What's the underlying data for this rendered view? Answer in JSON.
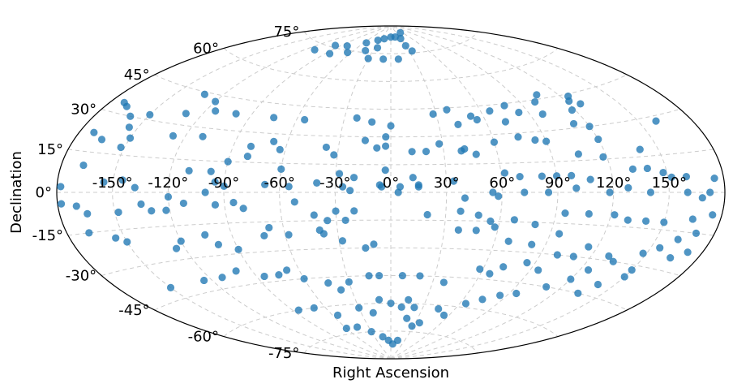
{
  "chart_data": {
    "type": "scatter",
    "projection": "aitoff",
    "xlabel": "Right Ascension",
    "ylabel": "Declination",
    "xlim": [
      -180,
      180
    ],
    "ylim": [
      -90,
      90
    ],
    "grid": true,
    "marker_color": "#1f77b4",
    "lon_ticks": [
      {
        "value": -150,
        "label": "-150°"
      },
      {
        "value": -120,
        "label": "-120°"
      },
      {
        "value": -90,
        "label": "-90°"
      },
      {
        "value": -60,
        "label": "-60°"
      },
      {
        "value": -30,
        "label": "-30°"
      },
      {
        "value": 0,
        "label": "0°"
      },
      {
        "value": 30,
        "label": "30°"
      },
      {
        "value": 60,
        "label": "60°"
      },
      {
        "value": 90,
        "label": "90°"
      },
      {
        "value": 120,
        "label": "120°"
      },
      {
        "value": 150,
        "label": "150°"
      }
    ],
    "lat_ticks": [
      {
        "value": -75,
        "label": "-75°"
      },
      {
        "value": -60,
        "label": "-60°"
      },
      {
        "value": -45,
        "label": "-45°"
      },
      {
        "value": -30,
        "label": "-30°"
      },
      {
        "value": -15,
        "label": "-15°"
      },
      {
        "value": 0,
        "label": "0°"
      },
      {
        "value": 15,
        "label": "15°"
      },
      {
        "value": 30,
        "label": "30°"
      },
      {
        "value": 45,
        "label": "45°"
      },
      {
        "value": 60,
        "label": "60°"
      },
      {
        "value": 75,
        "label": "75°"
      }
    ],
    "points": [
      [
        -98,
        76
      ],
      [
        -80,
        77
      ],
      [
        -55,
        80
      ],
      [
        -35,
        82
      ],
      [
        -20,
        83
      ],
      [
        0,
        84
      ],
      [
        15,
        84
      ],
      [
        30,
        83
      ],
      [
        50,
        86
      ],
      [
        -110,
        72
      ],
      [
        -85,
        72
      ],
      [
        -65,
        74
      ],
      [
        -42,
        76
      ],
      [
        -25,
        78
      ],
      [
        30,
        79
      ],
      [
        35,
        76
      ],
      [
        -30,
        72
      ],
      [
        -10,
        72
      ],
      [
        10,
        72
      ],
      [
        -172,
        34
      ],
      [
        -168,
        33
      ],
      [
        -160,
        30
      ],
      [
        -150,
        32
      ],
      [
        -132,
        44
      ],
      [
        -120,
        42
      ],
      [
        -114,
        38
      ],
      [
        -130,
        35
      ],
      [
        -100,
        38
      ],
      [
        -75,
        38
      ],
      [
        -55,
        38
      ],
      [
        -22,
        40
      ],
      [
        -12,
        38
      ],
      [
        0,
        36
      ],
      [
        -3,
        30
      ],
      [
        28,
        42
      ],
      [
        38,
        44
      ],
      [
        42,
        36
      ],
      [
        52,
        40
      ],
      [
        55,
        38
      ],
      [
        66,
        42
      ],
      [
        78,
        44
      ],
      [
        84,
        40
      ],
      [
        72,
        36
      ],
      [
        98,
        38
      ],
      [
        118,
        38
      ],
      [
        122,
        42
      ],
      [
        100,
        44
      ],
      [
        106,
        47
      ],
      [
        125,
        44
      ],
      [
        127,
        40
      ],
      [
        112,
        32
      ],
      [
        120,
        30
      ],
      [
        160,
        28
      ],
      [
        -172,
        22
      ],
      [
        -165,
        20
      ],
      [
        -155,
        26
      ],
      [
        -150,
        22
      ],
      [
        -152,
        18
      ],
      [
        -127,
        25
      ],
      [
        -110,
        26
      ],
      [
        -80,
        23
      ],
      [
        -68,
        26
      ],
      [
        -63,
        22
      ],
      [
        -37,
        24
      ],
      [
        -32,
        20
      ],
      [
        -15,
        28
      ],
      [
        -8,
        24
      ],
      [
        -3,
        25
      ],
      [
        12,
        22
      ],
      [
        20,
        22
      ],
      [
        28,
        26
      ],
      [
        40,
        22
      ],
      [
        48,
        20
      ],
      [
        42,
        23
      ],
      [
        60,
        26
      ],
      [
        75,
        28
      ],
      [
        84,
        26
      ],
      [
        90,
        25
      ],
      [
        120,
        24
      ],
      [
        105,
        18
      ],
      [
        118,
        16
      ],
      [
        140,
        18
      ],
      [
        -168,
        10
      ],
      [
        -145,
        5
      ],
      [
        -110,
        10
      ],
      [
        -98,
        10
      ],
      [
        -90,
        15
      ],
      [
        -80,
        18
      ],
      [
        -60,
        12
      ],
      [
        -28,
        10
      ],
      [
        -20,
        8
      ],
      [
        -3,
        12
      ],
      [
        -5,
        3
      ],
      [
        5,
        3
      ],
      [
        12,
        8
      ],
      [
        15,
        4
      ],
      [
        34,
        6
      ],
      [
        62,
        10
      ],
      [
        70,
        8
      ],
      [
        82,
        8
      ],
      [
        90,
        8
      ],
      [
        98,
        8
      ],
      [
        108,
        6
      ],
      [
        132,
        10
      ],
      [
        140,
        10
      ],
      [
        148,
        8
      ],
      [
        152,
        6
      ],
      [
        160,
        6
      ],
      [
        175,
        5
      ],
      [
        -178,
        2
      ],
      [
        -155,
        4
      ],
      [
        -138,
        2
      ],
      [
        -120,
        -2
      ],
      [
        -100,
        0
      ],
      [
        -95,
        5
      ],
      [
        -90,
        3
      ],
      [
        -68,
        4
      ],
      [
        -55,
        3
      ],
      [
        -40,
        5
      ],
      [
        -26,
        3
      ],
      [
        -22,
        1
      ],
      [
        -6,
        4
      ],
      [
        4,
        0
      ],
      [
        15,
        3
      ],
      [
        40,
        -3
      ],
      [
        55,
        0
      ],
      [
        58,
        -2
      ],
      [
        72,
        0
      ],
      [
        85,
        0
      ],
      [
        100,
        2
      ],
      [
        118,
        0
      ],
      [
        128,
        2
      ],
      [
        140,
        0
      ],
      [
        160,
        0
      ],
      [
        168,
        -2
      ],
      [
        172,
        0
      ],
      [
        -178,
        -4
      ],
      [
        -170,
        -5
      ],
      [
        -165,
        -8
      ],
      [
        -148,
        -8
      ],
      [
        -135,
        -5
      ],
      [
        -130,
        -8
      ],
      [
        -122,
        -8
      ],
      [
        -112,
        -5
      ],
      [
        -95,
        -6
      ],
      [
        -85,
        -5
      ],
      [
        -80,
        -8
      ],
      [
        -52,
        -5
      ],
      [
        -30,
        -10
      ],
      [
        -20,
        -10
      ],
      [
        -25,
        -15
      ],
      [
        -35,
        -15
      ],
      [
        -42,
        -12
      ],
      [
        20,
        -12
      ],
      [
        38,
        -10
      ],
      [
        48,
        -12
      ],
      [
        55,
        -15
      ],
      [
        68,
        -14
      ],
      [
        80,
        -16
      ],
      [
        95,
        -10
      ],
      [
        108,
        -10
      ],
      [
        122,
        -10
      ],
      [
        130,
        -12
      ],
      [
        140,
        -12
      ],
      [
        150,
        -12
      ],
      [
        165,
        -10
      ],
      [
        175,
        -8
      ],
      [
        -168,
        -15
      ],
      [
        -155,
        -18
      ],
      [
        -150,
        -20
      ],
      [
        -125,
        -25
      ],
      [
        -120,
        -22
      ],
      [
        -105,
        -20
      ],
      [
        -100,
        -25
      ],
      [
        -90,
        -28
      ],
      [
        -72,
        -22
      ],
      [
        -68,
        -18
      ],
      [
        -58,
        -22
      ],
      [
        -40,
        -20
      ],
      [
        -38,
        -22
      ],
      [
        -28,
        -26
      ],
      [
        -15,
        -30
      ],
      [
        -10,
        -28
      ],
      [
        38,
        -20
      ],
      [
        48,
        -20
      ],
      [
        58,
        -18
      ],
      [
        68,
        -25
      ],
      [
        82,
        -26
      ],
      [
        95,
        -20
      ],
      [
        100,
        -30
      ],
      [
        115,
        -25
      ],
      [
        130,
        -28
      ],
      [
        135,
        -30
      ],
      [
        148,
        -25
      ],
      [
        155,
        -22
      ],
      [
        162,
        -18
      ],
      [
        170,
        -15
      ],
      [
        -150,
        -40
      ],
      [
        -125,
        -40
      ],
      [
        -112,
        -40
      ],
      [
        -100,
        -38
      ],
      [
        -85,
        -42
      ],
      [
        -75,
        -42
      ],
      [
        -68,
        -40
      ],
      [
        -60,
        -45
      ],
      [
        -45,
        -48
      ],
      [
        -38,
        -52
      ],
      [
        -30,
        -48
      ],
      [
        -15,
        -45
      ],
      [
        -8,
        -45
      ],
      [
        8,
        -45
      ],
      [
        20,
        -45
      ],
      [
        38,
        -48
      ],
      [
        58,
        -40
      ],
      [
        66,
        -42
      ],
      [
        72,
        -38
      ],
      [
        85,
        -35
      ],
      [
        95,
        -38
      ],
      [
        110,
        -30
      ],
      [
        125,
        -35
      ],
      [
        150,
        -32
      ],
      [
        165,
        -25
      ],
      [
        172,
        -22
      ],
      [
        -85,
        -60
      ],
      [
        -70,
        -60
      ],
      [
        -55,
        -65
      ],
      [
        -30,
        -62
      ],
      [
        -18,
        -65
      ],
      [
        -10,
        -58
      ],
      [
        0,
        -60
      ],
      [
        10,
        -62
      ],
      [
        15,
        -58
      ],
      [
        22,
        -62
      ],
      [
        35,
        -70
      ],
      [
        45,
        -62
      ],
      [
        55,
        -65
      ],
      [
        65,
        -58
      ],
      [
        75,
        -55
      ],
      [
        85,
        -52
      ],
      [
        95,
        -50
      ],
      [
        110,
        -45
      ],
      [
        120,
        -40
      ],
      [
        135,
        -45
      ],
      [
        140,
        -40
      ],
      [
        150,
        -35
      ],
      [
        -45,
        -72
      ],
      [
        -30,
        -75
      ],
      [
        -15,
        -78
      ],
      [
        -5,
        -80
      ],
      [
        5,
        -82
      ],
      [
        15,
        -80
      ],
      [
        28,
        -72
      ],
      [
        18,
        -68
      ],
      [
        -60,
        -72
      ]
    ]
  }
}
